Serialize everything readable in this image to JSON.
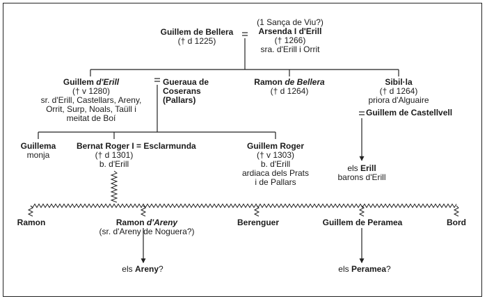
{
  "tree": {
    "guillem_bellera": {
      "name": "Guillem de Bellera",
      "dates": "(† d 1225)"
    },
    "arsenda": {
      "note": "(1 Sança de Viu?)",
      "name": "Arsenda I d'Erill",
      "dates": "(† 1266)",
      "title": "sra. d'Erill i Orrit"
    },
    "guillem_erill": {
      "name_prefix": "Guillem",
      "name_suffix": "d'Erill",
      "dates": "(† v 1280)",
      "title_lines": [
        "sr. d'Erill, Castellars, Areny,",
        "Orrit, Surp, Noals, Taüll i",
        "meitat de Boí"
      ]
    },
    "gueraua": {
      "name_lines": [
        "Gueraua de",
        "Coserans",
        "(Pallars)"
      ]
    },
    "ramon_bellera": {
      "name_prefix": "Ramon",
      "name_suffix": "de Bellera",
      "dates": "(† d 1264)"
    },
    "sibilla": {
      "name": "Sibil·la",
      "dates": "(† d 1264)",
      "title": "priora d'Alguaire"
    },
    "guillem_castellvell": {
      "name": "Guillem de Castellvell"
    },
    "els_erill": {
      "prefix": "els",
      "name": "Erill",
      "subtitle": "barons d'Erill"
    },
    "guillema": {
      "name": "Guillema",
      "title": "monja"
    },
    "bernat_roger": {
      "name": "Bernat Roger I = Esclarmunda",
      "dates": "(† d 1301)",
      "title": "b. d'Erill"
    },
    "guillem_roger": {
      "name": "Guillem Roger",
      "dates": "(† v 1303)",
      "title_lines": [
        "b. d'Erill",
        "ardiaca dels Prats",
        "i de Pallars"
      ]
    },
    "ramon": {
      "name": "Ramon"
    },
    "ramon_areny": {
      "name_prefix": "Ramon",
      "name_suffix": "d'Areny",
      "title": "(sr. d'Areny de Noguera?)"
    },
    "berenguer": {
      "name": "Berenguer"
    },
    "guillem_peramea": {
      "name": "Guillem de Peramea"
    },
    "bord": {
      "name": "Bord"
    },
    "els_areny": {
      "prefix": "els",
      "name": "Areny",
      "suffix": "?"
    },
    "els_peramea": {
      "prefix": "els",
      "name": "Peramea",
      "suffix": "?"
    },
    "marriage_symbol": "="
  }
}
